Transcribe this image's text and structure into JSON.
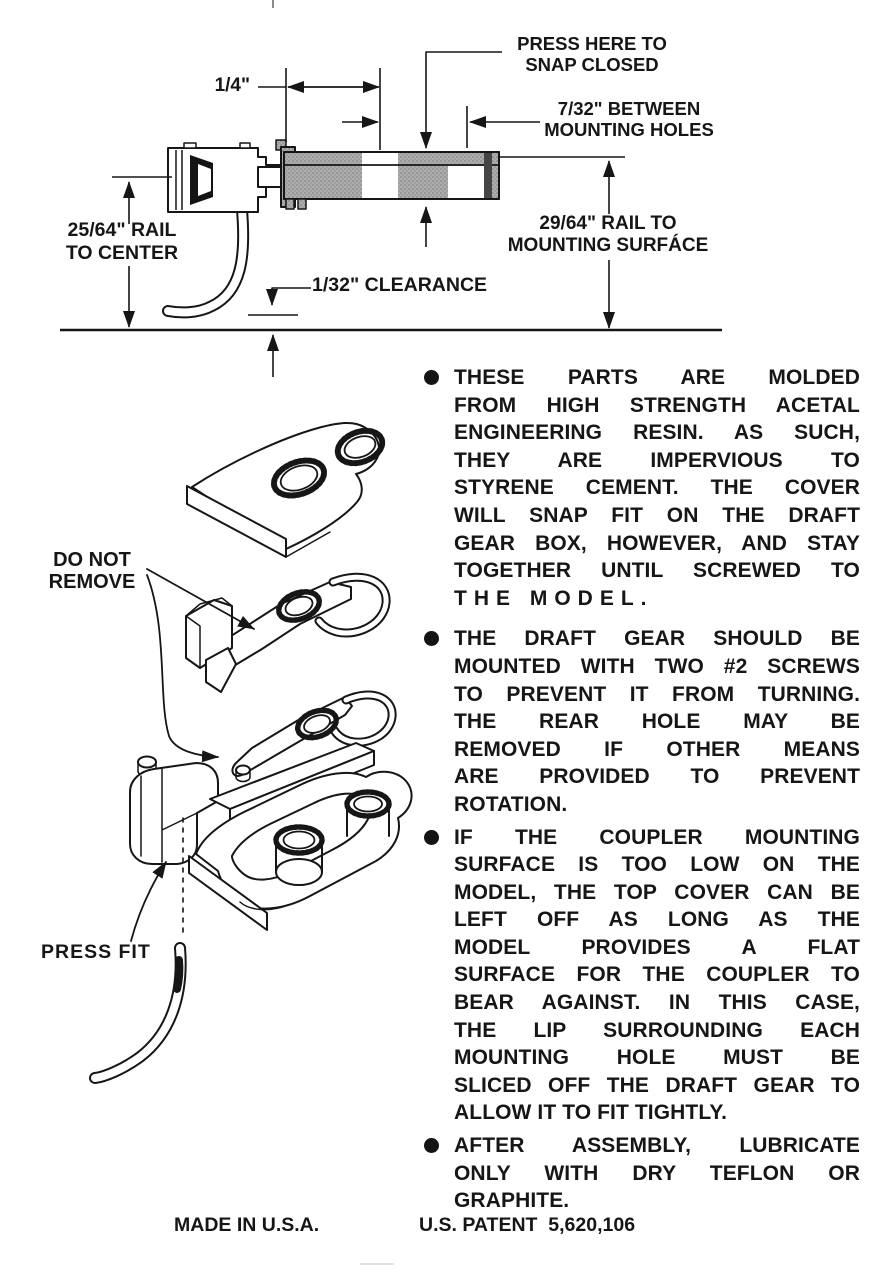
{
  "diagram_top": {
    "labels": {
      "press_here": [
        "PRESS HERE TO",
        "SNAP CLOSED"
      ],
      "quarter": "1/4\"",
      "between_holes": [
        "7/32\" BETWEEN",
        "MOUNTING HOLES"
      ],
      "rail_to_center": [
        "25/64\" RAIL",
        "TO CENTER"
      ],
      "rail_to_mounting": [
        "29/64\" RAIL TO",
        "MOUNTING SURFÁCE"
      ],
      "clearance": "1/32\" CLEARANCE"
    }
  },
  "diagram_exploded": {
    "labels": {
      "do_not_remove": [
        "DO NOT",
        "REMOVE"
      ],
      "press_fit": "PRESS FIT"
    }
  },
  "instructions": [
    {
      "spread_last": true,
      "lines": [
        "THESE PARTS ARE MOLDED",
        "FROM HIGH STRENGTH ACETAL",
        "ENGINEERING RESIN. AS SUCH,",
        "THEY ARE IMPERVIOUS TO",
        "STYRENE CEMENT. THE COVER",
        "WILL SNAP FIT ON THE DRAFT",
        "GEAR BOX, HOWEVER, AND STAY",
        "TOGETHER UNTIL SCREWED TO",
        "THE MODEL."
      ]
    },
    {
      "spread_last": false,
      "lines": [
        "THE DRAFT GEAR SHOULD BE",
        "MOUNTED WITH TWO #2 SCREWS",
        "TO PREVENT IT FROM TURNING.",
        "THE REAR HOLE MAY BE",
        "REMOVED IF OTHER MEANS",
        "ARE PROVIDED TO PREVENT",
        "ROTATION."
      ]
    },
    {
      "spread_last": false,
      "lines": [
        "IF THE COUPLER MOUNTING",
        "SURFACE IS TOO LOW ON THE",
        "MODEL, THE TOP COVER CAN BE",
        "LEFT OFF AS LONG AS THE",
        "MODEL PROVIDES A FLAT",
        "SURFACE FOR THE COUPLER TO",
        "BEAR AGAINST. IN THIS CASE,",
        "THE LIP SURROUNDING EACH",
        "MOUNTING HOLE MUST BE",
        "SLICED OFF THE DRAFT GEAR TO",
        "ALLOW IT TO FIT TIGHTLY."
      ]
    },
    {
      "spread_last": false,
      "lines": [
        "AFTER ASSEMBLY, LUBRICATE",
        "ONLY WITH DRY TEFLON OR",
        "GRAPHITE."
      ]
    }
  ],
  "footer": {
    "made_in": "MADE IN U.S.A.",
    "patent": "U.S. PATENT  5,620,106"
  },
  "colors": {
    "ink": "#161616",
    "paper": "#ffffff",
    "gearbox_fill": "#adadad"
  }
}
